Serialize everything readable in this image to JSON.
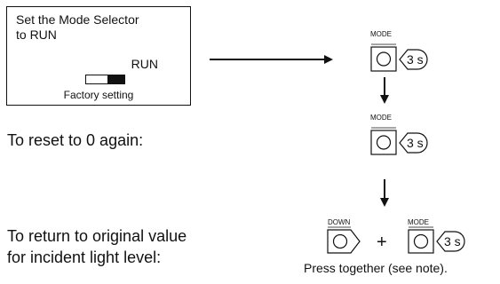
{
  "box": {
    "instruction": "Set the Mode Selector\nto RUN",
    "switch_label": "RUN",
    "factory_label": "Factory setting"
  },
  "labels": {
    "reset": "To reset to 0 again:",
    "return_line1": "To return to original value",
    "return_line2": "for incident light level:",
    "press_together": "Press together (see note)."
  },
  "buttons": {
    "mode": "MODE",
    "down": "DOWN",
    "duration": "3 s",
    "plus": "+"
  }
}
